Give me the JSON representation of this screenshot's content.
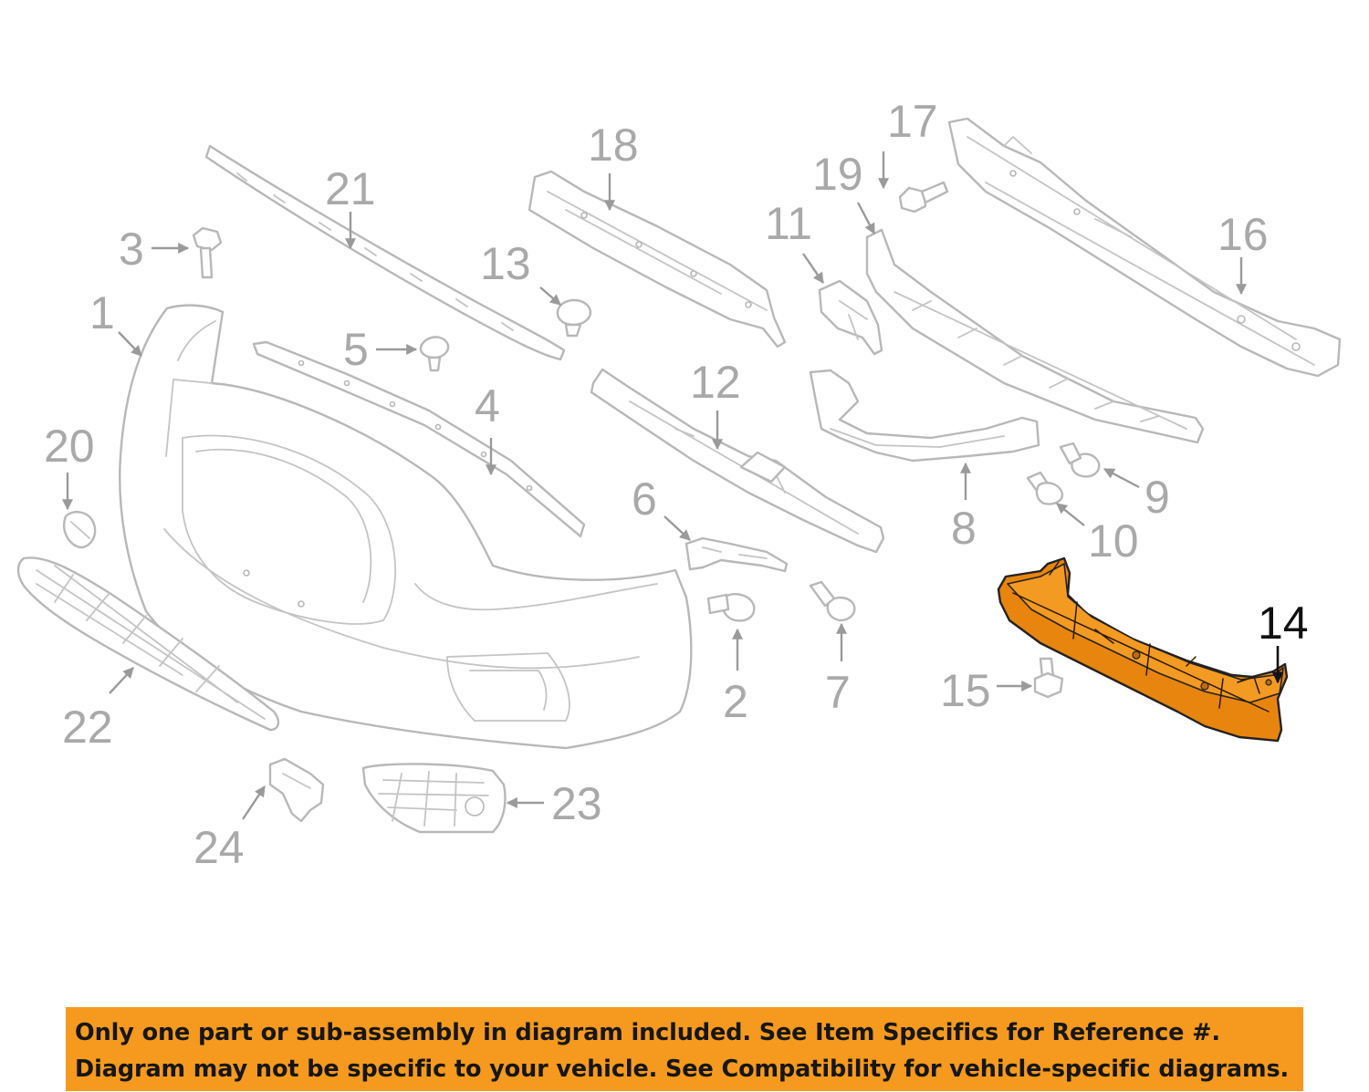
{
  "diagram": {
    "highlighted_part": "14",
    "highlight_color": "#e8850e",
    "callouts": {
      "c1": "1",
      "c2": "2",
      "c3": "3",
      "c4": "4",
      "c5": "5",
      "c6": "6",
      "c7": "7",
      "c8": "8",
      "c9": "9",
      "c10": "10",
      "c11": "11",
      "c12": "12",
      "c13": "13",
      "c14": "14",
      "c15": "15",
      "c16": "16",
      "c17": "17",
      "c18": "18",
      "c19": "19",
      "c20": "20",
      "c21": "21",
      "c22": "22",
      "c23": "23",
      "c24": "24"
    }
  },
  "notice": {
    "line1": "Only one part or sub-assembly in diagram included. See Item Specifics for Reference #.",
    "line2": "Diagram may not be specific to your vehicle. See Compatibility for vehicle-specific diagrams.",
    "background_color": "#f59a1e"
  }
}
